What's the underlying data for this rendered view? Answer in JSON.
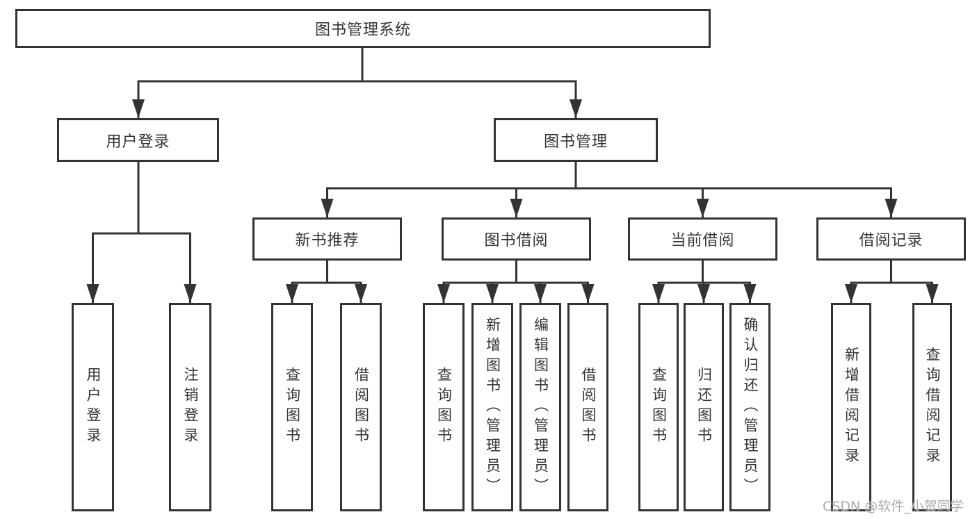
{
  "nodes": {
    "root": "图书管理系统",
    "user_login": "用户登录",
    "book_mgmt": "图书管理",
    "new_book_rec": "新书推荐",
    "book_borrow": "图书借阅",
    "current_borrow": "当前借阅",
    "borrow_records": "借阅记录",
    "leaf_user_login": "用户登录",
    "leaf_logout": "注销登录",
    "leaf_rec_query_book": "查询图书",
    "leaf_rec_borrow_book": "借阅图书",
    "leaf_bb_query_book": "查询图书",
    "leaf_bb_add_book": "新增图书（管理员）",
    "leaf_bb_edit_book": "编辑图书（管理员）",
    "leaf_bb_borrow_book": "借阅图书",
    "leaf_cb_query_book": "查询图书",
    "leaf_cb_return_book": "归还图书",
    "leaf_cb_confirm_return": "确认归还（管理员）",
    "leaf_br_add_record": "新增借阅记录",
    "leaf_br_query_record": "查询借阅记录"
  },
  "watermark": "CSDN @软件_小贺同学",
  "colors": {
    "background": "#ffffff",
    "line": "#333333",
    "box_border": "#333333",
    "box_fill": "#ffffff",
    "text": "#333333",
    "watermark": "#ababab"
  }
}
